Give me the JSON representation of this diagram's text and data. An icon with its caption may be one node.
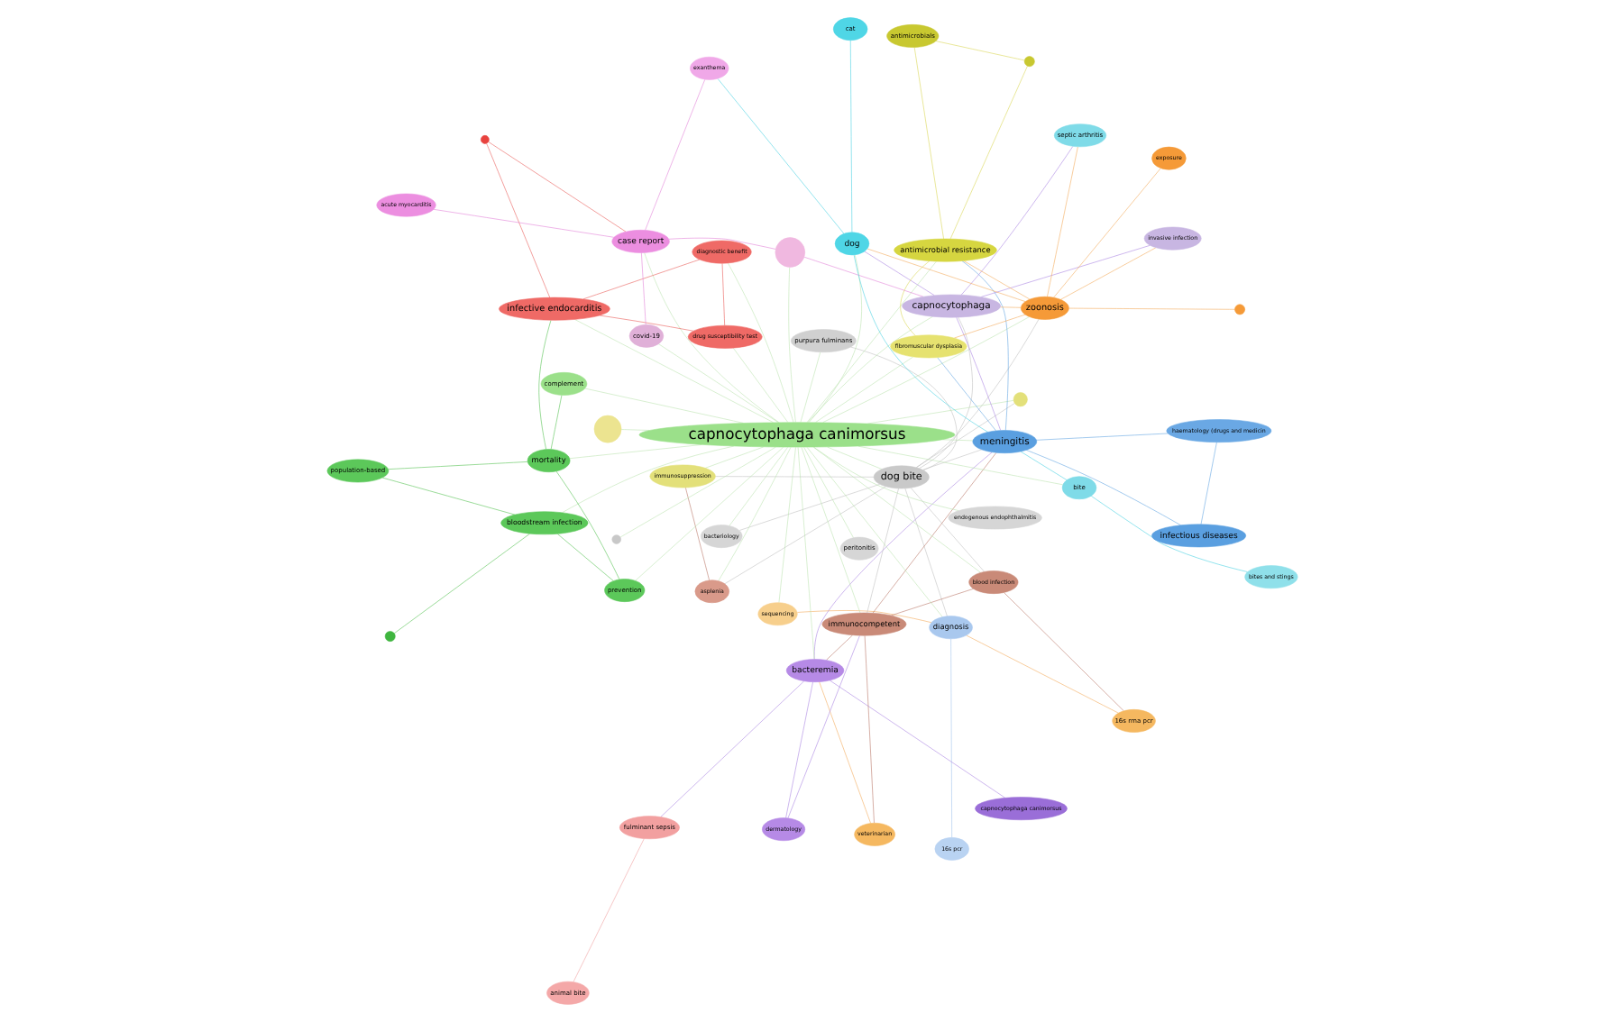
{
  "diagram": {
    "nodes": [
      {
        "text": [
          "16s pcr"
        ]
      },
      {
        "text": [
          "diagnosis"
        ]
      },
      {
        "text": [
          "animal bite"
        ]
      },
      {
        "text": [
          "fulminant sepsis"
        ]
      },
      {
        "text": [
          "sequencing"
        ]
      },
      {
        "text": [
          "bacteriology"
        ]
      },
      {
        "text": [
          "blood infection"
        ]
      },
      {
        "text": [
          "16s rrna pcr"
        ]
      },
      {
        "text": [
          "asplenia"
        ]
      },
      {
        "text": [
          "veterinarian"
        ]
      },
      {
        "text": [
          "dermatology"
        ]
      },
      {
        "text": [
          "bacteremia"
        ]
      },
      {
        "text": [
          "endogenous endophthalmitis"
        ]
      },
      {
        "text": [],
        "shape": "circle"
      },
      {
        "text": [
          "dog bite"
        ]
      },
      {
        "text": [
          "immunocompetent"
        ]
      },
      {
        "text": [
          "capnocytophaga canimorsus"
        ]
      },
      {
        "text": [
          "immunosuppression"
        ]
      },
      {
        "text": [],
        "shape": "circle"
      },
      {
        "text": [
          "purpura fulminans"
        ]
      },
      {
        "text": [],
        "shape": "circle"
      },
      {
        "text": [
          "capnocytophaga canimorsus"
        ]
      },
      {
        "text": [],
        "shape": "circle"
      },
      {
        "text": [
          "meningitis"
        ]
      },
      {
        "text": [
          "haematology (drugs and medicin"
        ]
      },
      {
        "text": [
          "infectious diseases"
        ]
      },
      {
        "text": [
          "prevention"
        ]
      },
      {
        "text": [
          "complement"
        ]
      },
      {
        "text": [
          "covid-19"
        ]
      },
      {
        "text": [
          "bite"
        ]
      },
      {
        "text": [
          "bites and stings"
        ]
      },
      {
        "text": [
          "drug susceptibility test"
        ]
      },
      {
        "text": [
          "mortality"
        ]
      },
      {
        "text": [
          "infective endocarditis"
        ]
      },
      {
        "text": [],
        "shape": "circle"
      },
      {
        "text": [
          "case report"
        ]
      },
      {
        "text": [
          "exanthema"
        ]
      },
      {
        "text": [
          "dog"
        ]
      },
      {
        "text": [
          "cat"
        ]
      },
      {
        "text": [
          "capnocytophaga"
        ]
      },
      {
        "text": [
          "diagnostic benefit"
        ]
      },
      {
        "text": [
          "population-based"
        ]
      },
      {
        "text": [
          "acute myocarditis"
        ]
      },
      {
        "text": [
          "septic arthritis"
        ]
      },
      {
        "text": [
          "invasive infection"
        ]
      },
      {
        "text": [
          "bloodstream infection"
        ]
      },
      {
        "text": [],
        "shape": "circle"
      },
      {
        "text": [
          "peritonitis"
        ]
      },
      {
        "text": [
          "zoonosis"
        ]
      },
      {
        "text": [],
        "shape": "circle"
      },
      {
        "text": [
          "fibromuscular dysplasia"
        ]
      },
      {
        "text": [
          "exposure"
        ]
      },
      {
        "text": [
          "antimicrobial resistance"
        ]
      },
      {
        "text": [
          "antimicrobials"
        ]
      },
      {
        "text": [],
        "shape": "circle"
      }
    ],
    "edges": [
      {
        "from": 21,
        "to": 26,
        "arrow": "none"
      },
      {
        "from": 21,
        "to": 27,
        "arrow": "none"
      },
      {
        "from": 21,
        "to": 32,
        "arrow": "none"
      },
      {
        "from": 21,
        "to": 33,
        "arrow": "none"
      },
      {
        "from": 21,
        "to": 31,
        "arrow": "none"
      },
      {
        "from": 21,
        "to": 14,
        "arrow": "none"
      },
      {
        "from": 21,
        "to": 47,
        "arrow": "none"
      },
      {
        "from": 21,
        "to": 5,
        "arrow": "none"
      },
      {
        "from": 21,
        "to": 12,
        "arrow": "none"
      },
      {
        "from": 21,
        "to": 19,
        "arrow": "none"
      },
      {
        "from": 21,
        "to": 15,
        "arrow": "none"
      },
      {
        "from": 21,
        "to": 6,
        "arrow": "none"
      },
      {
        "from": 21,
        "to": 8,
        "arrow": "none"
      },
      {
        "from": 21,
        "to": 13,
        "arrow": "none"
      },
      {
        "from": 21,
        "to": 17,
        "arrow": "none"
      },
      {
        "from": 21,
        "to": 4,
        "arrow": "none"
      },
      {
        "from": 21,
        "to": 48,
        "arrow": "none"
      },
      {
        "from": 21,
        "to": 1,
        "arrow": "none"
      },
      {
        "from": 21,
        "to": 11,
        "arrow": "none"
      },
      {
        "from": 21,
        "to": 39,
        "arrow": "none"
      },
      {
        "from": 21,
        "to": 35,
        "arrow": "none"
      },
      {
        "from": 21,
        "to": 28,
        "arrow": "none"
      },
      {
        "from": 21,
        "to": 29,
        "arrow": "none"
      },
      {
        "from": 21,
        "to": 37,
        "arrow": "none"
      },
      {
        "from": 21,
        "to": 23,
        "arrow": "none"
      },
      {
        "from": 21,
        "to": 50,
        "arrow": "none"
      },
      {
        "from": 21,
        "to": 52,
        "arrow": "none"
      },
      {
        "from": 21,
        "to": 18,
        "arrow": "none"
      },
      {
        "from": 21,
        "to": 22,
        "arrow": "none"
      },
      {
        "from": 21,
        "to": 20,
        "arrow": "none"
      },
      {
        "from": 21,
        "to": 45,
        "arrow": "none"
      },
      {
        "from": 21,
        "to": 40,
        "arrow": "none"
      },
      {
        "from": 26,
        "to": 32,
        "arrow": "none",
        "color": "#4cbf48"
      },
      {
        "from": 32,
        "to": 41,
        "arrow": "none",
        "color": "#4cbf48"
      },
      {
        "from": 41,
        "to": 45,
        "arrow": "none",
        "color": "#4cbf48"
      },
      {
        "from": 45,
        "to": 46,
        "arrow": "none",
        "color": "#4cbf48"
      },
      {
        "from": 27,
        "to": 32,
        "arrow": "none",
        "color": "#4cbf48"
      },
      {
        "from": 32,
        "to": 33,
        "arrow": "none",
        "color": "#4cbf48"
      },
      {
        "from": 26,
        "to": 45,
        "arrow": "none",
        "color": "#4cbf48"
      },
      {
        "from": 33,
        "to": 31,
        "arrow": "none",
        "color": "#e8534f"
      },
      {
        "from": 33,
        "to": 40,
        "arrow": "none",
        "color": "#e8534f"
      },
      {
        "from": 33,
        "to": 34,
        "arrow": "none",
        "color": "#e8534f"
      },
      {
        "from": 34,
        "to": 35,
        "arrow": "none",
        "color": "#e8534f"
      },
      {
        "from": 31,
        "to": 40,
        "arrow": "none",
        "color": "#e8534f"
      },
      {
        "from": 14,
        "to": 15,
        "arrow": "none",
        "color": "#bdbdbd"
      },
      {
        "from": 14,
        "to": 6,
        "arrow": "none",
        "color": "#bdbdbd"
      },
      {
        "from": 14,
        "to": 8,
        "arrow": "none",
        "color": "#bdbdbd"
      },
      {
        "from": 14,
        "to": 5,
        "arrow": "none",
        "color": "#bdbdbd"
      },
      {
        "from": 14,
        "to": 1,
        "arrow": "none",
        "color": "#bdbdbd"
      },
      {
        "from": 14,
        "to": 13,
        "arrow": "none",
        "color": "#bdbdbd"
      },
      {
        "from": 14,
        "to": 17,
        "arrow": "none",
        "color": "#bdbdbd"
      },
      {
        "from": 14,
        "to": 19,
        "arrow": "none",
        "color": "#bdbdbd"
      },
      {
        "from": 14,
        "to": 23,
        "arrow": "none",
        "color": "#bdbdbd"
      },
      {
        "from": 14,
        "to": 39,
        "arrow": "none",
        "color": "#bdbdbd"
      },
      {
        "from": 14,
        "to": 48,
        "arrow": "none",
        "color": "#bdbdbd"
      },
      {
        "from": 15,
        "to": 6,
        "arrow": "none",
        "color": "#b5705f"
      },
      {
        "from": 15,
        "to": 9,
        "arrow": "none",
        "color": "#b5705f"
      },
      {
        "from": 15,
        "to": 11,
        "arrow": "none",
        "color": "#b5705f"
      },
      {
        "from": 15,
        "to": 23,
        "arrow": "none",
        "color": "#b5705f"
      },
      {
        "from": 6,
        "to": 7,
        "arrow": "none",
        "color": "#b5705f"
      },
      {
        "from": 8,
        "to": 17,
        "arrow": "none",
        "color": "#b5705f"
      },
      {
        "from": 4,
        "to": 1,
        "arrow": "none",
        "color": "#f2a650"
      },
      {
        "from": 7,
        "to": 1,
        "arrow": "none",
        "color": "#f2a650"
      },
      {
        "from": 9,
        "to": 11,
        "arrow": "none",
        "color": "#f2a650"
      },
      {
        "from": 48,
        "to": 51,
        "arrow": "none",
        "color": "#f2a650"
      },
      {
        "from": 48,
        "to": 49,
        "arrow": "none",
        "color": "#f2a650"
      },
      {
        "from": 48,
        "to": 39,
        "arrow": "none",
        "color": "#f2a650"
      },
      {
        "from": 48,
        "to": 50,
        "arrow": "none",
        "color": "#f2a650"
      },
      {
        "from": 48,
        "to": 52,
        "arrow": "none",
        "color": "#f2a650"
      },
      {
        "from": 48,
        "to": 43,
        "arrow": "none",
        "color": "#f2a650"
      },
      {
        "from": 48,
        "to": 44,
        "arrow": "none",
        "color": "#f2a650"
      },
      {
        "from": 48,
        "to": 37,
        "arrow": "none",
        "color": "#f2a650"
      },
      {
        "from": 0,
        "to": 1,
        "arrow": "none",
        "color": "#9cc0ec"
      },
      {
        "from": 11,
        "to": 10,
        "arrow": "none",
        "color": "#a57ee0"
      },
      {
        "from": 11,
        "to": 16,
        "arrow": "none",
        "color": "#a57ee0"
      },
      {
        "from": 11,
        "to": 3,
        "arrow": "none",
        "color": "#a57ee0"
      },
      {
        "from": 11,
        "to": 23,
        "arrow": "none",
        "color": "#a57ee0"
      },
      {
        "from": 10,
        "to": 15,
        "arrow": "none",
        "color": "#a57ee0"
      },
      {
        "from": 39,
        "to": 37,
        "arrow": "none",
        "color": "#a57ee0"
      },
      {
        "from": 39,
        "to": 44,
        "arrow": "none",
        "color": "#a57ee0"
      },
      {
        "from": 39,
        "to": 43,
        "arrow": "none",
        "color": "#a57ee0"
      },
      {
        "from": 39,
        "to": 23,
        "arrow": "none",
        "color": "#a57ee0"
      },
      {
        "from": 3,
        "to": 2,
        "arrow": "none",
        "color": "#ee9a9a"
      },
      {
        "from": 35,
        "to": 28,
        "arrow": "none",
        "color": "#e07ad6"
      },
      {
        "from": 35,
        "to": 42,
        "arrow": "none",
        "color": "#e07ad6"
      },
      {
        "from": 35,
        "to": 36,
        "arrow": "none",
        "color": "#e07ad6"
      },
      {
        "from": 22,
        "to": 35,
        "arrow": "none",
        "color": "#e07ad6"
      },
      {
        "from": 22,
        "to": 39,
        "arrow": "none",
        "color": "#e07ad6"
      },
      {
        "from": 29,
        "to": 30,
        "arrow": "none",
        "color": "#3fcfe0"
      },
      {
        "from": 37,
        "to": 38,
        "arrow": "none",
        "color": "#3fcfe0"
      },
      {
        "from": 37,
        "to": 36,
        "arrow": "none",
        "color": "#3fcfe0"
      },
      {
        "from": 37,
        "to": 23,
        "arrow": "none",
        "color": "#3fcfe0"
      },
      {
        "from": 29,
        "to": 23,
        "arrow": "none",
        "color": "#3fcfe0"
      },
      {
        "from": 23,
        "to": 24,
        "arrow": "none",
        "color": "#5a9fe0"
      },
      {
        "from": 23,
        "to": 25,
        "arrow": "none",
        "color": "#5a9fe0"
      },
      {
        "from": 24,
        "to": 25,
        "arrow": "none",
        "color": "#5a9fe0"
      },
      {
        "from": 23,
        "to": 50,
        "arrow": "none",
        "color": "#5a9fe0"
      },
      {
        "from": 23,
        "to": 52,
        "arrow": "none",
        "color": "#5a9fe0"
      },
      {
        "from": 50,
        "to": 52,
        "arrow": "none",
        "color": "#d8d44a"
      },
      {
        "from": 52,
        "to": 53,
        "arrow": "none",
        "color": "#d8d44a"
      },
      {
        "from": 52,
        "to": 54,
        "arrow": "none",
        "color": "#d8d44a"
      },
      {
        "from": 53,
        "to": 54,
        "arrow": "none",
        "color": "#d8d44a"
      }
    ]
  }
}
